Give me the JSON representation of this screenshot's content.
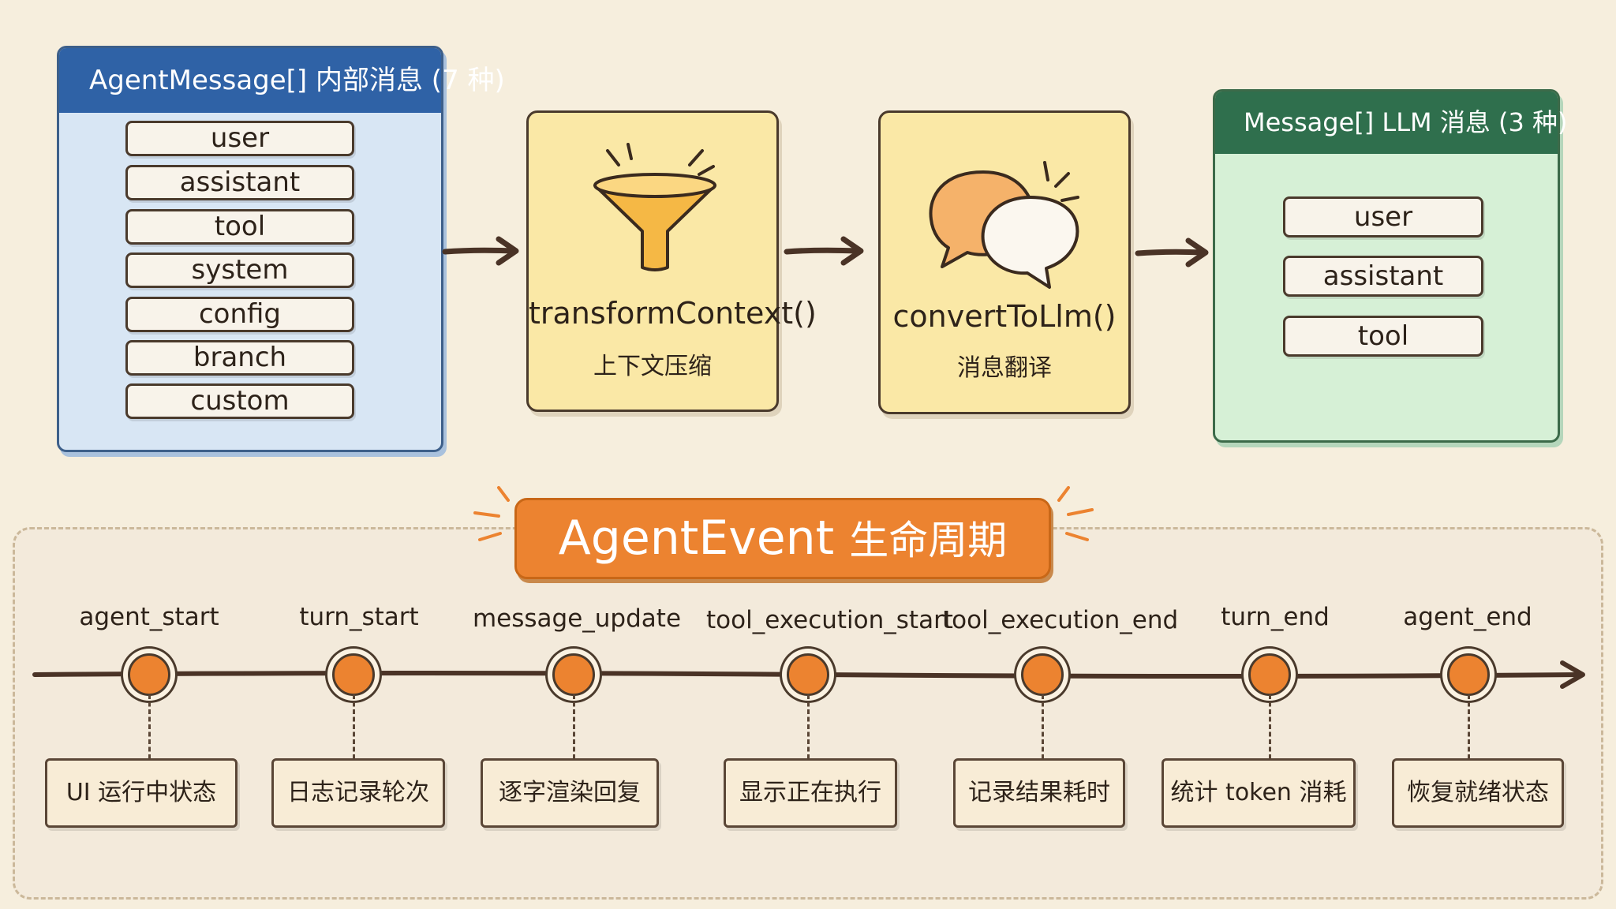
{
  "agent_messages": {
    "title": "AgentMessage[] 内部消息 (7 种)",
    "items": [
      "user",
      "assistant",
      "tool",
      "system",
      "config",
      "branch",
      "custom"
    ]
  },
  "transform_step": {
    "function": "transformContext()",
    "description": "上下文压缩",
    "icon": "funnel-icon"
  },
  "convert_step": {
    "function": "convertToLlm()",
    "description": "消息翻译",
    "icon": "speech-bubbles-icon"
  },
  "llm_messages": {
    "title": "Message[] LLM 消息 (3 种)",
    "items": [
      "user",
      "assistant",
      "tool"
    ]
  },
  "lifecycle": {
    "title": "AgentEvent",
    "title_zh": "生命周期",
    "events": [
      {
        "name": "agent_start",
        "description": "UI 运行中状态"
      },
      {
        "name": "turn_start",
        "description": "日志记录轮次"
      },
      {
        "name": "message_update",
        "description": "逐字渲染回复"
      },
      {
        "name": "tool_execution_start",
        "description": "显示正在执行"
      },
      {
        "name": "tool_execution_end",
        "description": "记录结果耗时"
      },
      {
        "name": "turn_end",
        "description": "统计 token 消耗"
      },
      {
        "name": "agent_end",
        "description": "恢复就绪状态"
      }
    ]
  },
  "colors": {
    "agent_panel": "#2f62a6",
    "llm_panel": "#2f6f4d",
    "step_card": "#fae8a6",
    "accent": "#ec8330"
  }
}
